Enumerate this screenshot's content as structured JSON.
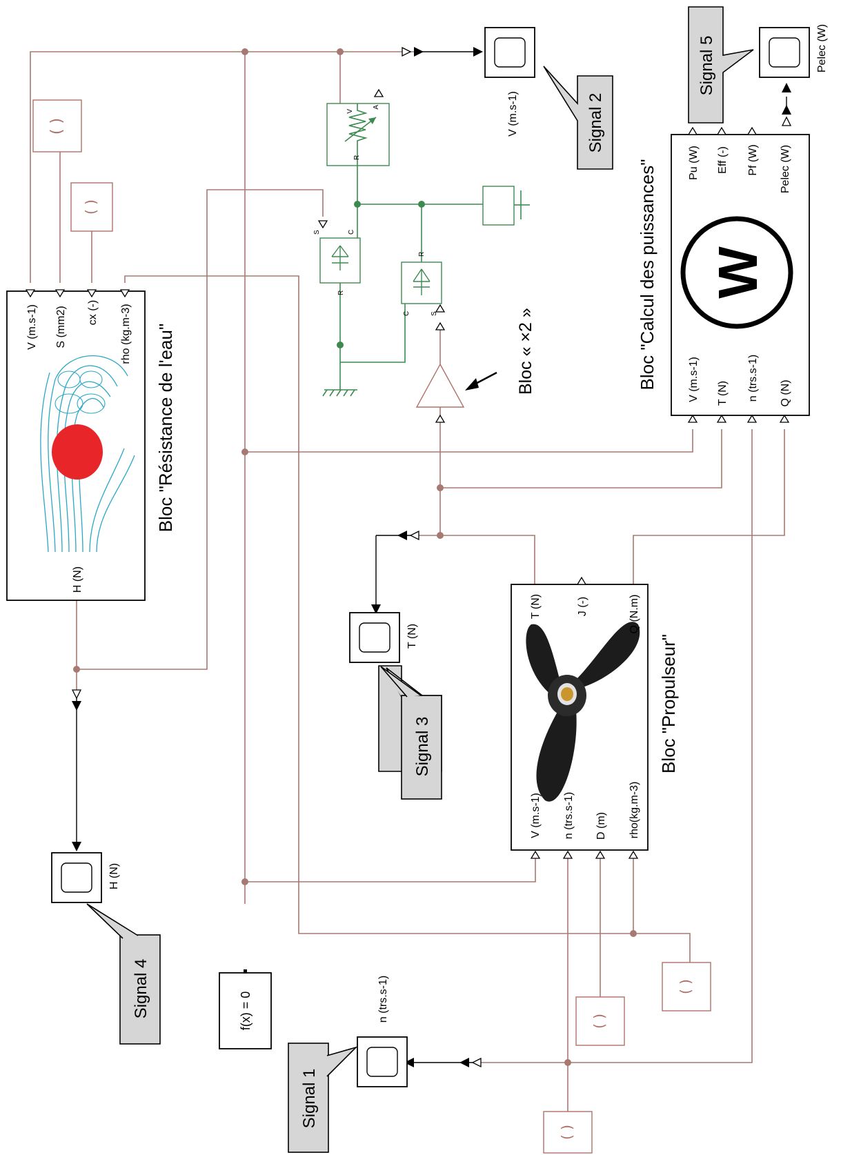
{
  "resistance_block": {
    "title": "Bloc \"Résistance de l'eau\"",
    "inputs": [
      "V (m.s-1)",
      "S (mm2)",
      "cx (-)",
      "rho (kg.m-3)"
    ],
    "output": "H (N)"
  },
  "propulseur_block": {
    "title": "Bloc \"Propulseur\"",
    "inputs": [
      "V (m.s-1)",
      "n (trs.s-1)",
      "D (m)",
      "rho(kg.m-3)"
    ],
    "outputs": [
      "T (N)",
      "J (-)",
      "Q (N.m)"
    ]
  },
  "puissances_block": {
    "title": "Bloc \"Calcul des puissances\"",
    "inputs": [
      "V (m.s-1)",
      "T (N)",
      "n (trs.s-1)",
      "Q (N)"
    ],
    "outputs": [
      "Pu (W)",
      "Eff (-)",
      "Pf (W)",
      "Pelec (W)"
    ],
    "icon_letter": "W"
  },
  "gain_block": {
    "label": "Bloc « ×2 »"
  },
  "solver_block": {
    "label": "f(x) = 0"
  },
  "scopes": [
    {
      "label": "V (m.s-1)"
    },
    {
      "label": "Pelec (W)"
    },
    {
      "label": "T (N)"
    },
    {
      "label": "H (N)"
    },
    {
      "label": "n (trs.s-1)"
    }
  ],
  "callouts": [
    {
      "text": "Signal 1"
    },
    {
      "text": "Signal 2"
    },
    {
      "text": "Signal 3"
    },
    {
      "text": "Signal 4"
    },
    {
      "text": "Signal 5"
    }
  ],
  "simscape": {
    "damper_ports": {
      "v": "V",
      "a": "A",
      "r": "R"
    },
    "source1_ports": {
      "s": "S",
      "c": "C",
      "r": "R"
    },
    "source2_ports": {
      "c": "C",
      "s": "S",
      "r": "R"
    }
  },
  "colors": {
    "signal_wire": "#a87872",
    "physical_wire": "#3c8a4f",
    "callout_fill": "#d6d6d6",
    "sphere": "#e8262a",
    "flow_lines": "#2aa7c6"
  }
}
